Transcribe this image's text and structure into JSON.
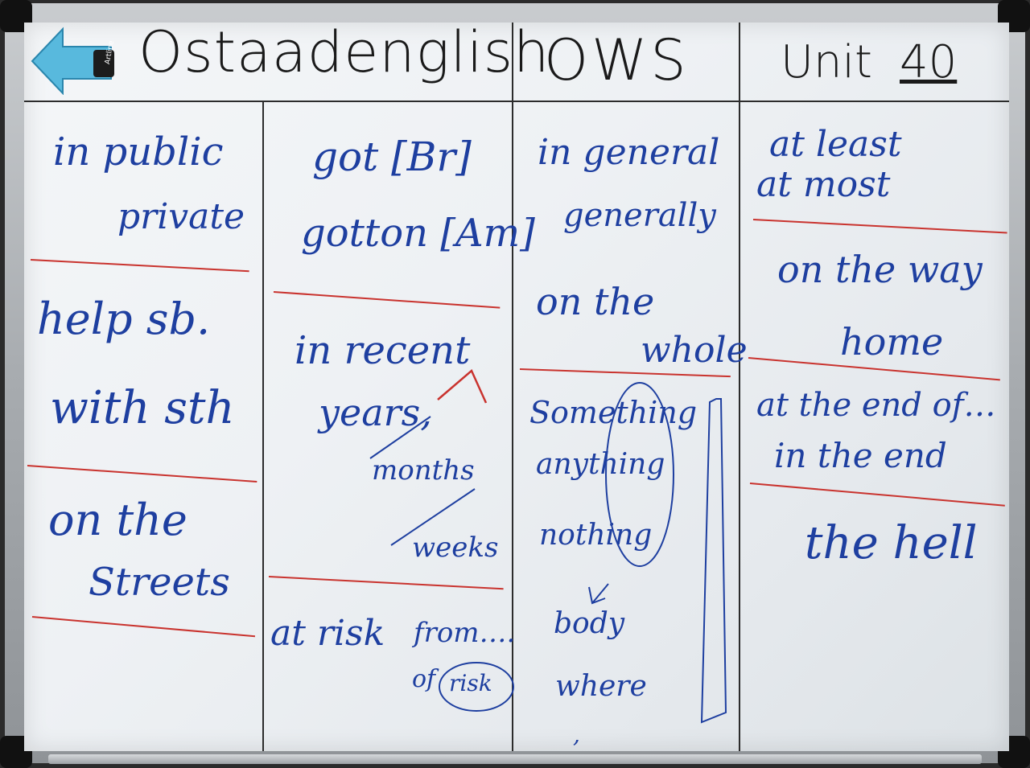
{
  "header": {
    "brand": "Ostaadenglish",
    "course": "OWS",
    "unit_label": "Unit",
    "unit_number": "40",
    "eraser_brand": "Artline"
  },
  "col1": {
    "a1": "in public",
    "a2": "private",
    "b1": "help sb.",
    "b2": "with sth",
    "c1": "on the",
    "c2": "Streets"
  },
  "col2": {
    "a1": "got [Br]",
    "a2": "gotton [Am]",
    "b1": "in recent",
    "b2": "years,",
    "b3": "months",
    "b4": "weeks",
    "c1": "at risk",
    "c2": "from….",
    "c3": "of",
    "c4": "risk"
  },
  "col3": {
    "a1": "in general",
    "a2": "generally",
    "b1": "on the",
    "b2": "whole",
    "c1": "Something",
    "c2": "anything",
    "c3": "nothing",
    "c4": "body",
    "c5": "where"
  },
  "col4": {
    "a1": "at least",
    "a2": "at most",
    "b1": "on the way",
    "b2": "home",
    "c1": "at the end of…",
    "c2": "in the end",
    "d1": "the hell"
  },
  "colors": {
    "ink_blue": "#1e3fa0",
    "ink_red": "#c9332e",
    "ink_black": "#1a1a1a"
  }
}
